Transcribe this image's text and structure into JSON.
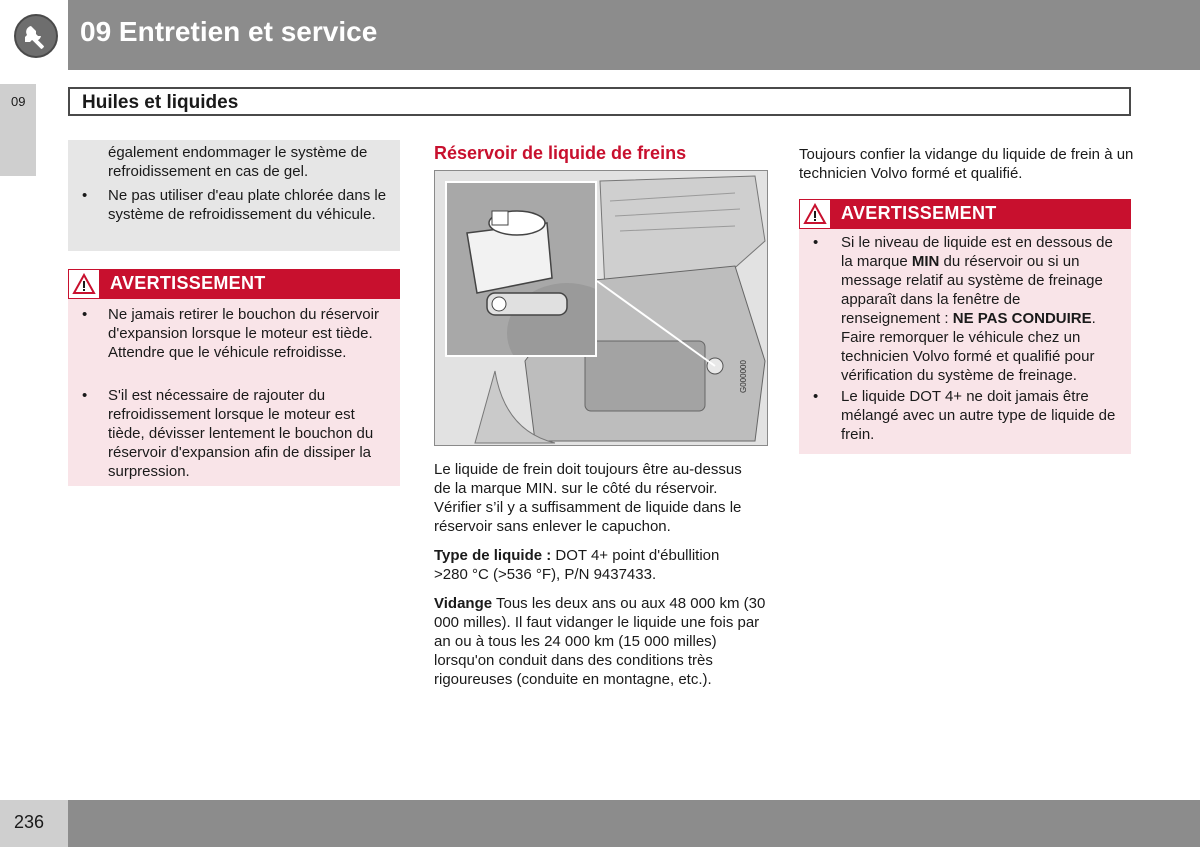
{
  "header": {
    "chapter_title": "09 Entretien et service"
  },
  "side_tab": {
    "number": "09"
  },
  "section": {
    "title": "Huiles et liquides"
  },
  "column1": {
    "continued_text": "également endommager le système de refroidissement en cas de gel.",
    "bullet": "Ne pas utiliser d'eau plate chlorée dans le système de refroidissement du véhicule.",
    "warning": {
      "label": "AVERTISSEMENT",
      "items": [
        "Ne jamais retirer le bouchon du réservoir d'expansion lorsque le moteur est tiède. Attendre que le véhicule refroidisse.",
        "S'il est nécessaire de rajouter du refroidissement lorsque le moteur est tiède, dévisser lentement le bouchon du réservoir d'expansion afin de dissiper la surpression."
      ]
    }
  },
  "column2": {
    "heading": "Réservoir de liquide de freins",
    "figure_code": "G000000",
    "paragraph1": "Le liquide de frein doit toujours être au-dessus de la marque MIN. sur le côté du réservoir. Vérifier s’il y a suffisamment de liquide dans le réservoir sans enlever le capuchon.",
    "fluid_type_label": "Type de liquide :",
    "fluid_type_text": "DOT 4+ point d'ébullition >280 °C (>536 °F), P/N 9437433.",
    "drain_label": "Vidange",
    "drain_text": "Tous les deux ans ou aux 48 000 km (30 000 milles). Il faut vidanger le liquide une fois par an ou à tous les 24 000 km (15 000 milles) lorsqu'on conduit dans des conditions très rigoureuses (conduite en montagne, etc.)."
  },
  "column3": {
    "paragraph": "Toujours confier la vidange du liquide de frein à un technicien Volvo formé et qualifié.",
    "warning": {
      "label": "AVERTISSEMENT",
      "item1_a": "Si le niveau de liquide est en dessous de la marque ",
      "item1_b": "MIN",
      "item1_c": " du réservoir ou si un message relatif au système de freinage apparaît dans la fenêtre de renseignement : ",
      "item1_d": "NE PAS CONDUIRE",
      "item1_e": ". Faire remorquer le véhicule chez un technicien Volvo formé et qualifié pour vérification du système de freinage.",
      "item2": "Le liquide DOT 4+ ne doit jamais être mélangé avec un autre type de liquide de frein."
    }
  },
  "footer": {
    "page_number": "236"
  },
  "colors": {
    "warning_red": "#c8102e",
    "warning_bg": "#f9e4e8",
    "header_gray": "#8c8c8c"
  }
}
